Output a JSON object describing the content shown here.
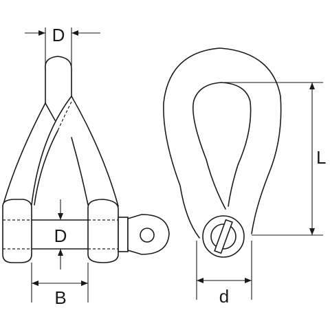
{
  "dimensions": {
    "front_view": {
      "top_width_label": "D",
      "pin_diameter_label": "D",
      "inner_width_label": "B"
    },
    "side_view": {
      "inner_length_label": "L",
      "outer_width_label": "d"
    }
  },
  "colors": {
    "line": "#1a1a1a",
    "background": "#ffffff"
  }
}
